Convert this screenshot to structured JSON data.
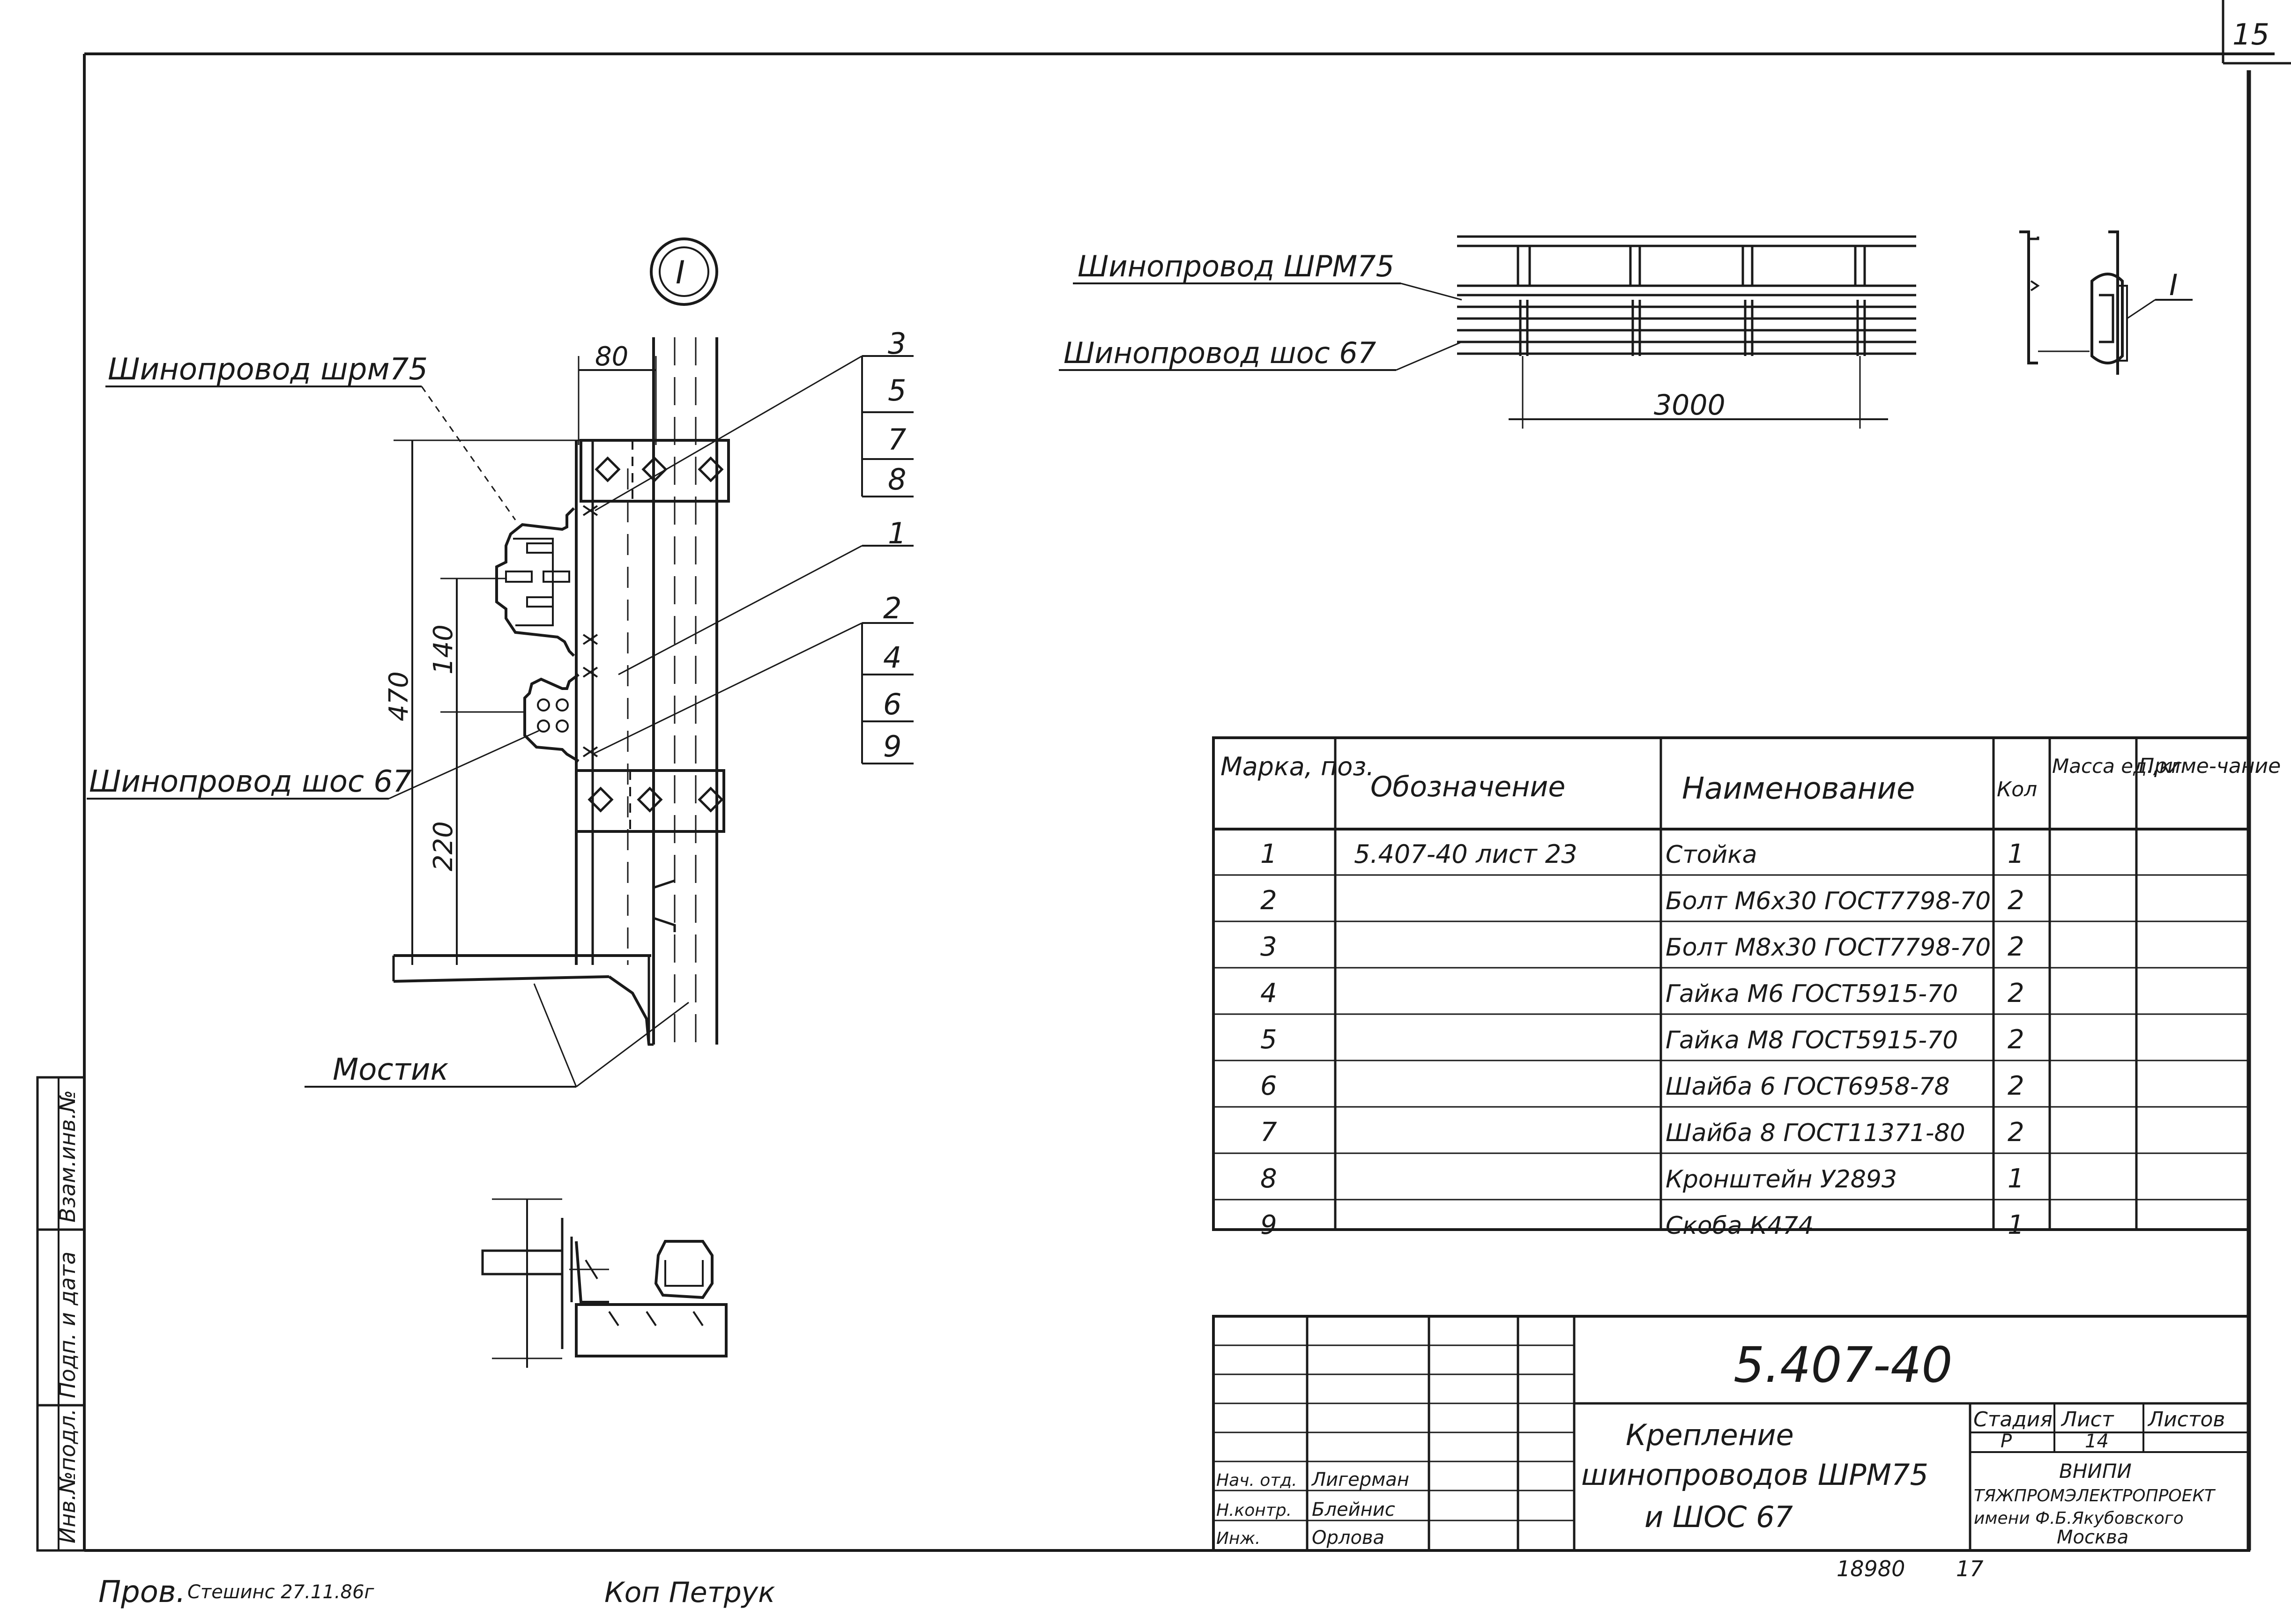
{
  "sheet_number": "15",
  "detail_marker": "I",
  "labels": {
    "busway_wrm75": "Шинопровод шрм75",
    "busway_shos67": "Шинопровод шос 67",
    "bridge": "Мостик",
    "plan_wrm75": "Шинопровод ШРМ75",
    "plan_shos67": "Шинопровод шос 67",
    "side_detail": "I"
  },
  "dimensions": {
    "d80": "80",
    "d470": "470",
    "d140": "140",
    "d220": "220",
    "d3000": "3000"
  },
  "callouts": {
    "group_a": [
      "3",
      "5",
      "7",
      "8"
    ],
    "single_1": "1",
    "group_b": [
      "2",
      "4",
      "6",
      "9"
    ]
  },
  "spec_table": {
    "headers": [
      "Марка, поз.",
      "Обозначение",
      "Наименование",
      "Кол",
      "Масса ед.,кг",
      "Приме-чание"
    ],
    "rows": [
      {
        "pos": "1",
        "designation": "5.407-40 лист 23",
        "name": "Стойка",
        "qty": "1",
        "mass": "",
        "note": ""
      },
      {
        "pos": "2",
        "designation": "",
        "name": "Болт М6х30 ГОСТ7798-70",
        "qty": "2",
        "mass": "",
        "note": ""
      },
      {
        "pos": "3",
        "designation": "",
        "name": "Болт М8х30 ГОСТ7798-70",
        "qty": "2",
        "mass": "",
        "note": ""
      },
      {
        "pos": "4",
        "designation": "",
        "name": "Гайка М6 ГОСТ5915-70",
        "qty": "2",
        "mass": "",
        "note": ""
      },
      {
        "pos": "5",
        "designation": "",
        "name": "Гайка М8 ГОСТ5915-70",
        "qty": "2",
        "mass": "",
        "note": ""
      },
      {
        "pos": "6",
        "designation": "",
        "name": "Шайба 6 ГОСТ6958-78",
        "qty": "2",
        "mass": "",
        "note": ""
      },
      {
        "pos": "7",
        "designation": "",
        "name": "Шайба 8 ГОСТ11371-80",
        "qty": "2",
        "mass": "",
        "note": ""
      },
      {
        "pos": "8",
        "designation": "",
        "name": "Кронштейн У2893",
        "qty": "1",
        "mass": "",
        "note": ""
      },
      {
        "pos": "9",
        "designation": "",
        "name": "Скоба К474",
        "qty": "1",
        "mass": "",
        "note": ""
      }
    ]
  },
  "title_block": {
    "doc_code": "5.407-40",
    "title_lines": [
      "Крепление",
      "шинопроводов ШРМ75",
      "и ШОС 67"
    ],
    "stage_label": "Стадия",
    "sheet_label": "Лист",
    "sheets_label": "Листов",
    "stage": "Р",
    "sheet": "14",
    "org_lines": [
      "ВНИПИ",
      "ТЯЖПРОМЭЛЕКТРОПРОЕКТ",
      "имени Ф.Б.Якубовского",
      "Москва"
    ],
    "staff": [
      {
        "role": "Нач. отд.",
        "name": "Лигерман"
      },
      {
        "role": "Н.контр.",
        "name": "Блейнис"
      },
      {
        "role": "Инж.",
        "name": "Орлова"
      }
    ]
  },
  "side_stamp": [
    "Инв.№подл.",
    "Подп. и дата",
    "Взам.инв.№"
  ],
  "bottom": {
    "checked": "Пров.",
    "signature": "Стешинс 27.11.86г",
    "copied": "Коп Петрук",
    "archive_number": "18980",
    "archive_sheet": "17"
  }
}
